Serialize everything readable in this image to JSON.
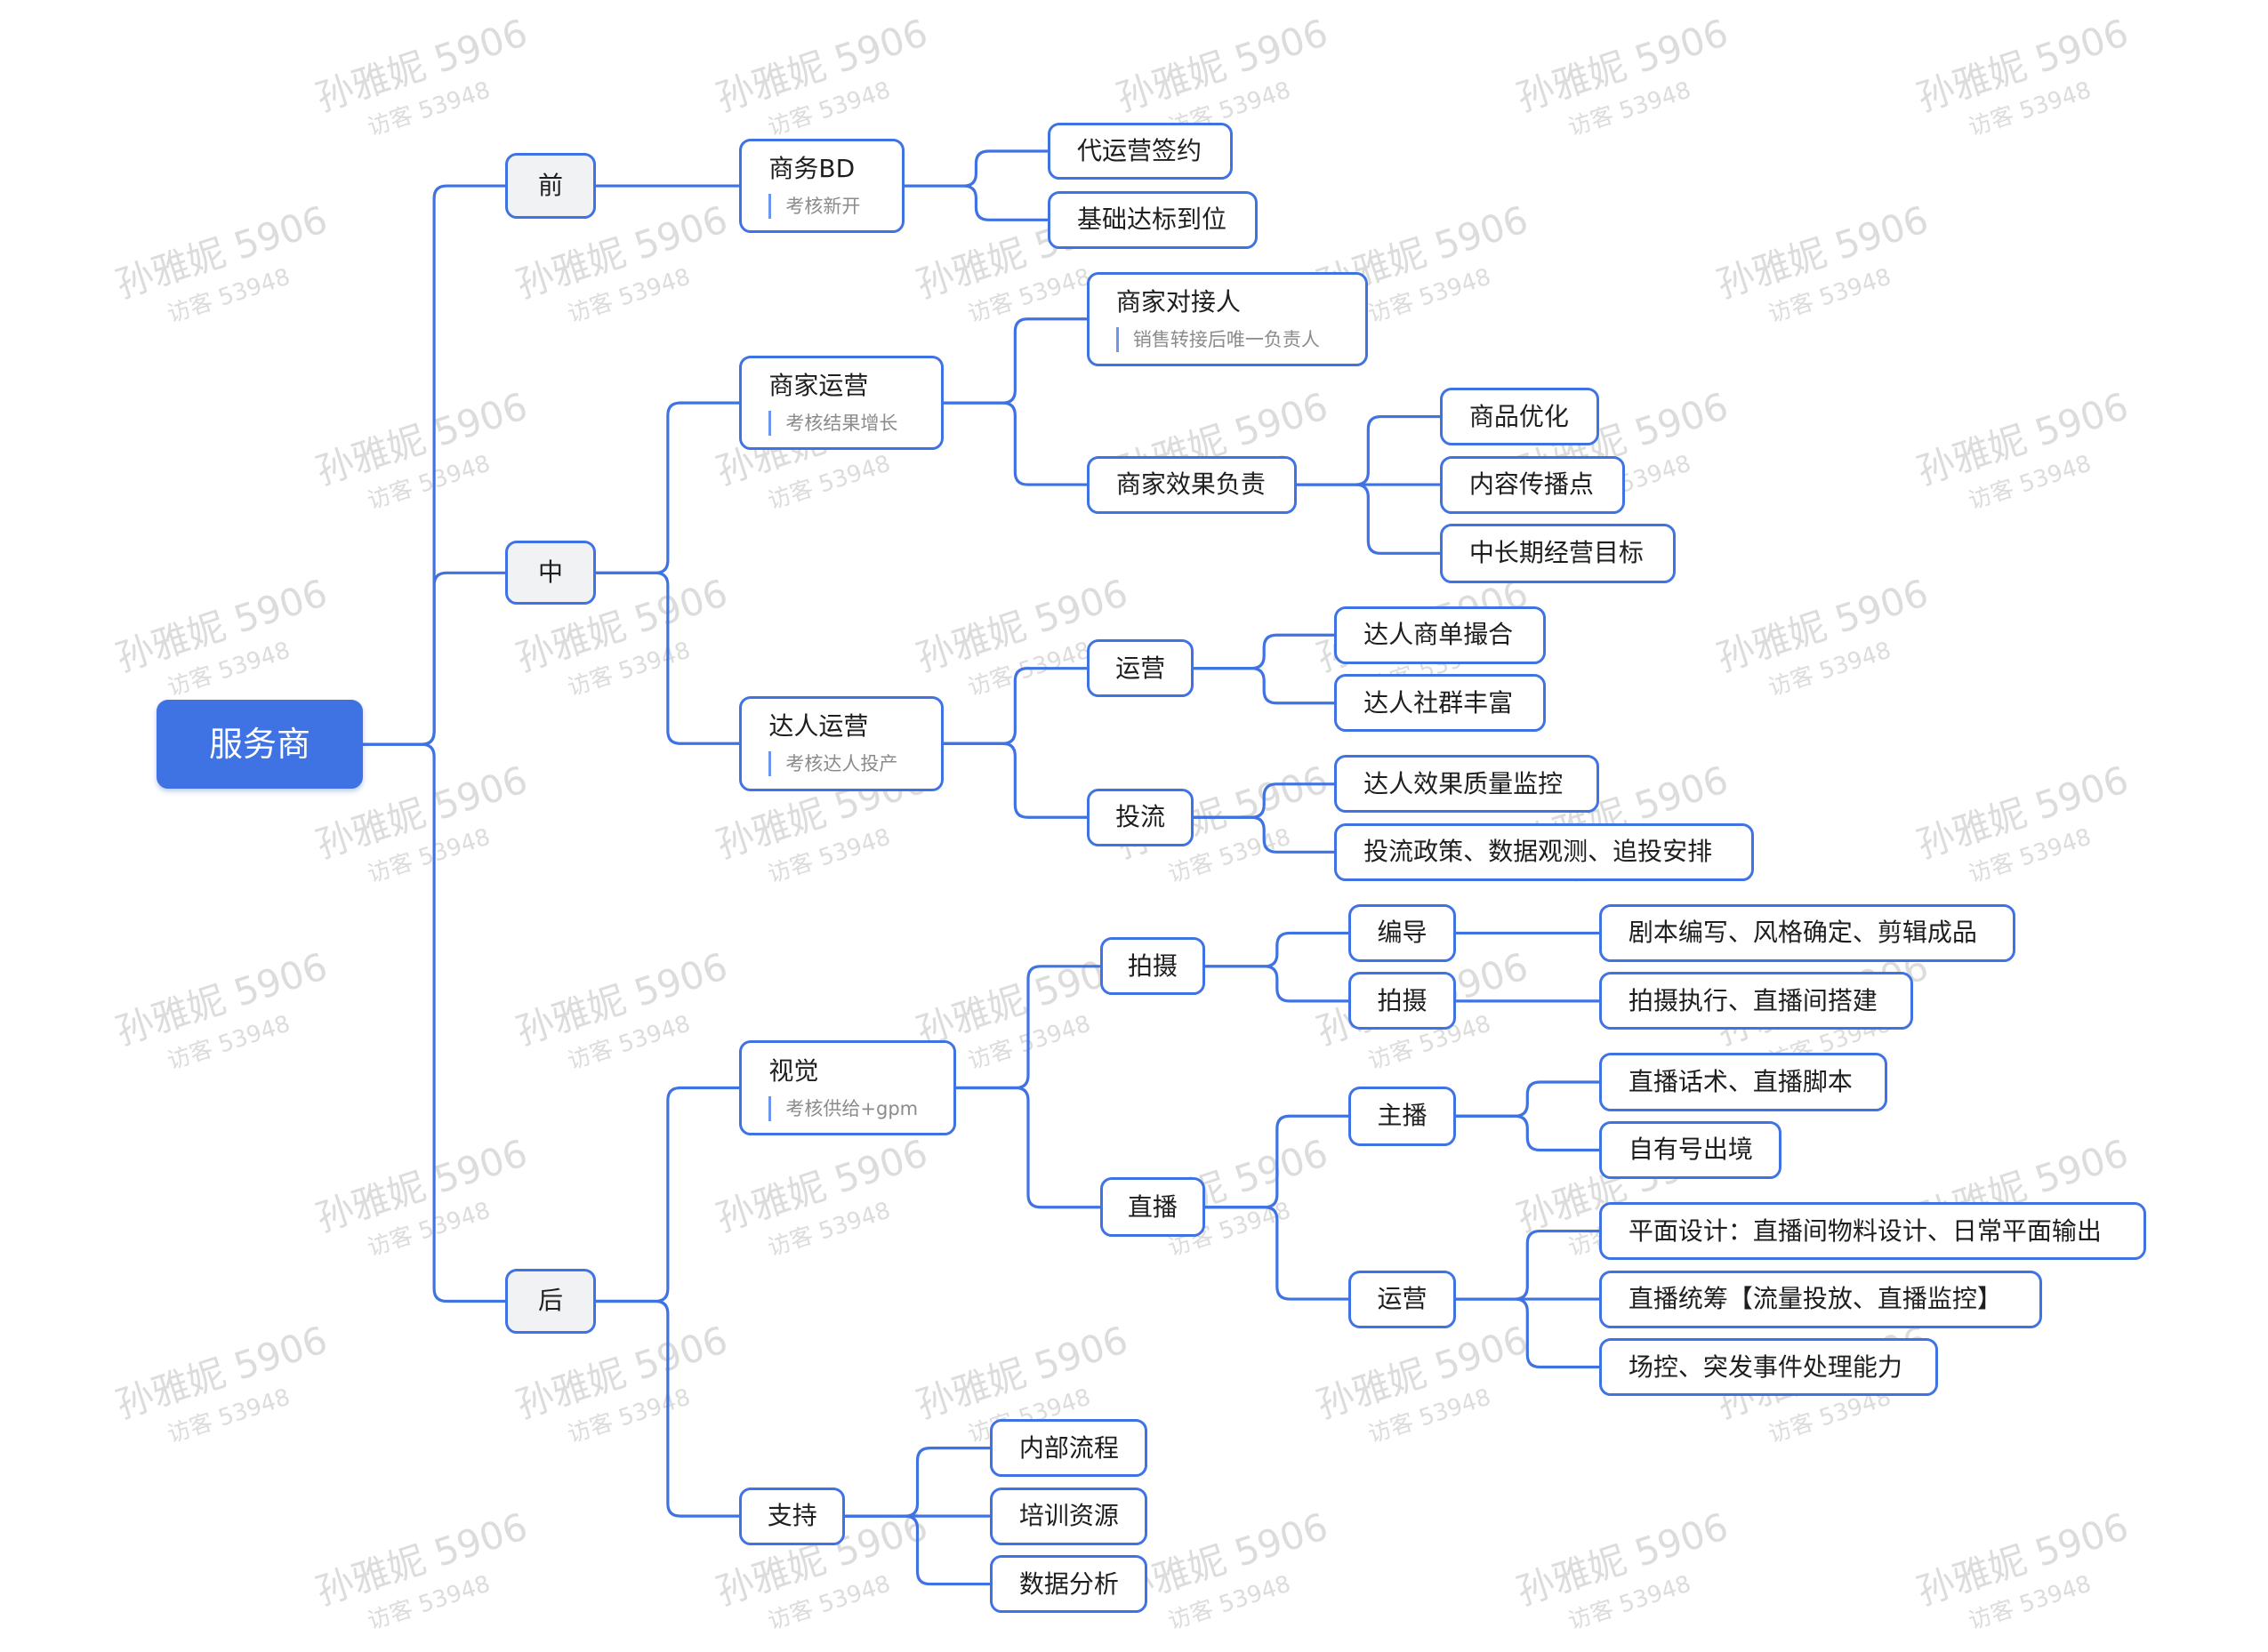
{
  "root": "服务商",
  "stages": [
    {
      "label": "前",
      "children": [
        {
          "label": "商务BD",
          "note": "考核新开",
          "children": [
            {
              "label": "代运营签约"
            },
            {
              "label": "基础达标到位"
            }
          ]
        }
      ]
    },
    {
      "label": "中",
      "children": [
        {
          "label": "商家运营",
          "note": "考核结果增长",
          "children": [
            {
              "label": "商家对接人",
              "note": "销售转接后唯一负责人"
            },
            {
              "label": "商家效果负责",
              "children": [
                {
                  "label": "商品优化"
                },
                {
                  "label": "内容传播点"
                },
                {
                  "label": "中长期经营目标"
                }
              ]
            }
          ]
        },
        {
          "label": "达人运营",
          "note": "考核达人投产",
          "children": [
            {
              "label": "运营",
              "children": [
                {
                  "label": "达人商单撮合"
                },
                {
                  "label": "达人社群丰富"
                }
              ]
            },
            {
              "label": "投流",
              "children": [
                {
                  "label": "达人效果质量监控"
                },
                {
                  "label": "投流政策、数据观测、追投安排"
                }
              ]
            }
          ]
        }
      ]
    },
    {
      "label": "后",
      "children": [
        {
          "label": "视觉",
          "note": "考核供给+gpm",
          "children": [
            {
              "label": "拍摄",
              "children": [
                {
                  "label": "编导",
                  "children": [
                    {
                      "label": "剧本编写、风格确定、剪辑成品"
                    }
                  ]
                },
                {
                  "label": "拍摄",
                  "children": [
                    {
                      "label": "拍摄执行、直播间搭建"
                    }
                  ]
                }
              ]
            },
            {
              "label": "直播",
              "children": [
                {
                  "label": "主播",
                  "children": [
                    {
                      "label": "直播话术、直播脚本"
                    },
                    {
                      "label": "自有号出境"
                    }
                  ]
                },
                {
                  "label": "运营",
                  "children": [
                    {
                      "label": "平面设计：直播间物料设计、日常平面输出"
                    },
                    {
                      "label": "直播统筹【流量投放、直播监控】"
                    },
                    {
                      "label": "场控、突发事件处理能力"
                    }
                  ]
                }
              ]
            }
          ]
        },
        {
          "label": "支持",
          "children": [
            {
              "label": "内部流程"
            },
            {
              "label": "培训资源"
            },
            {
              "label": "数据分析"
            }
          ]
        }
      ]
    }
  ],
  "watermark": {
    "name": "孙雅妮 5906",
    "visitor": "访客 53948"
  },
  "colors": {
    "accent": "#3f72e2",
    "line": "#3f72e2",
    "note_bar": "#6d95ec",
    "level1_fill": "#f1f2f4",
    "watermark": "#dcdcdc"
  }
}
